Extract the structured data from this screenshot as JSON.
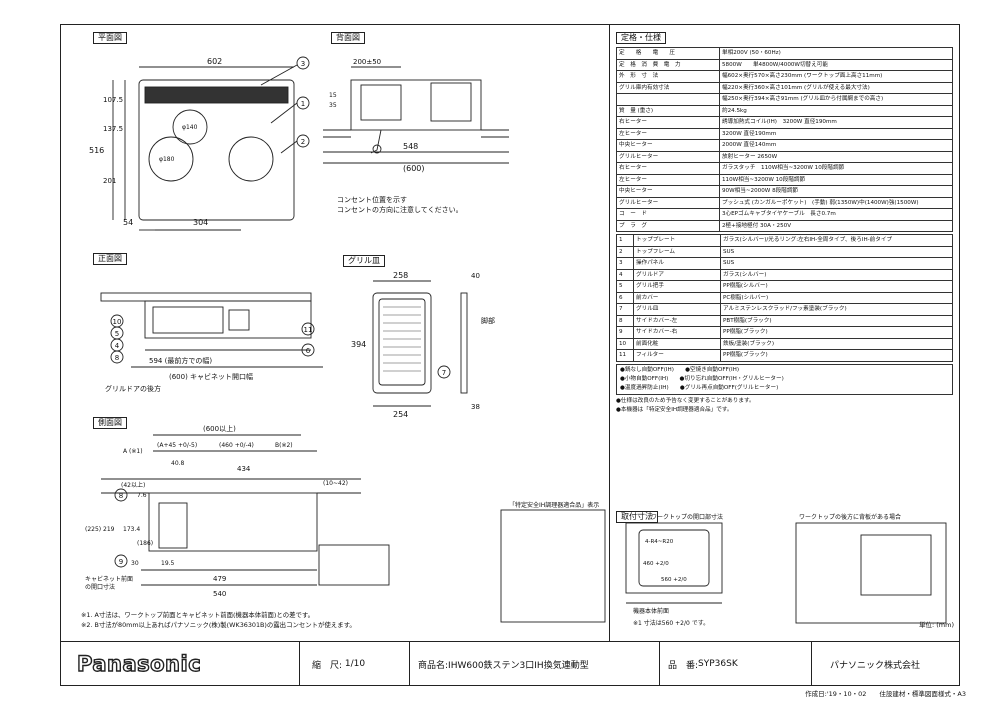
{
  "sections": {
    "plan": "平面図",
    "back": "背面図",
    "front": "正面図",
    "grill_plate": "グリル皿",
    "side": "側面図",
    "spec": "定格・仕様",
    "install": "取付寸法"
  },
  "dims": {
    "plan_width": "602",
    "plan_depth": "516",
    "d107": "107.5",
    "d137": "137.5",
    "d201": "201",
    "d54": "54",
    "d304": "304",
    "phi140": "φ140",
    "phi180": "φ180",
    "back_200": "200±50",
    "back_15": "15",
    "back_35": "35",
    "back_548": "548",
    "back_600": "(600)",
    "front_594": "594 (最前方での幅)",
    "front_600": "(600) キャビネット開口幅",
    "grill_258": "258",
    "grill_40": "40",
    "grill_394": "394",
    "grill_254": "254",
    "grill_38": "38",
    "side_600": "(600以上)",
    "side_a45": "(A+45 +0/-5)",
    "side_460": "(460 +0/-4)",
    "side_b": "B(※2)",
    "side_a": "A (※1)",
    "side_408": "40.8",
    "side_434": "434",
    "side_42": "(42以上)",
    "side_76": "7.6",
    "side_225": "(225)",
    "side_219": "219",
    "side_173": "173.4",
    "side_186": "(186)",
    "side_10": "(10~42)",
    "side_30": "30",
    "side_195": "19.5",
    "side_479": "479",
    "side_540": "540",
    "wall_note_1": "コンセント位置を示す",
    "wall_note_2": "コンセントの方向に注意してください。",
    "grill_door_note": "グリルドアの後方",
    "cab_front": "キャビネット前面",
    "cab_open": "の開口寸法",
    "handle_note": "脚部"
  },
  "spec_rows": [
    [
      "定　　格　　電　　圧",
      "単相200V (50・60Hz)"
    ],
    [
      "定　格　消　費　電　力",
      "5800W　　単4800W/4000W切替え可能"
    ],
    [
      "外　形　寸　法",
      "幅602×奥行570×高さ230mm (ワークトップ面上高さ11mm)"
    ],
    [
      "グリル庫内有効寸法",
      "幅220×奥行360×高さ101mm (グリルが使える最大寸法)"
    ],
    [
      "",
      "幅250×奥行394×高さ91mm (グリル皿から付属網までの高さ)"
    ],
    [
      "質　量 (重さ)",
      "約24.5kg"
    ],
    [
      "右ヒーター",
      "誘導加熱式コイル(IH)　3200W 直径190mm"
    ],
    [
      "左ヒーター",
      "3200W 直径190mm"
    ],
    [
      "中央ヒーター",
      "2000W 直径140mm"
    ],
    [
      "グリルヒーター",
      "放射ヒーター 2650W"
    ],
    [
      "右ヒーター",
      "ガラスタッチ　110W相当~3200W 10段階調節"
    ],
    [
      "左ヒーター",
      "110W相当~3200W 10段階調節"
    ],
    [
      "中央ヒーター",
      "90W相当~2000W 8段階調節"
    ],
    [
      "グリルヒーター",
      "プッシュ式 (カンガルーポケット)　(手動) 弱(1350W)中(1400W)強(1500W)"
    ],
    [
      "コ　ー　ド",
      "3心EPゴムキャブタイヤケーブル　長さ0.7m"
    ],
    [
      "プ　ラ　グ",
      "2極+接地極付 30A・250V"
    ]
  ],
  "material_rows": [
    [
      "1",
      "トッププレート",
      "ガラス(シルバー)/光るリング:左右IH-全周タイプ、後ろIH-前タイプ"
    ],
    [
      "2",
      "トップフレーム",
      "SUS"
    ],
    [
      "3",
      "操作パネル",
      "SUS"
    ],
    [
      "4",
      "グリルドア",
      "ガラス(シルバー)"
    ],
    [
      "5",
      "グリル把手",
      "PP樹脂(シルバー)"
    ],
    [
      "6",
      "前カバー",
      "PC樹脂(シルバー)"
    ],
    [
      "7",
      "グリル皿",
      "アルミステンレスクラッド/フッ素塗装(ブラック)"
    ],
    [
      "8",
      "サイドカバー-左",
      "PBT樹脂(ブラック)"
    ],
    [
      "9",
      "サイドカバー-右",
      "PP樹脂(ブラック)"
    ],
    [
      "10",
      "前面化粧",
      "鉄板/塗装(ブラック)"
    ],
    [
      "11",
      "フィルター",
      "PP樹脂(ブラック)"
    ]
  ],
  "safety_lines": [
    "●鍋なし自動OFF(IH)　　●空焼き自動OFF(IH)",
    "●小物自動OFF(IH)　　●切り忘れ自動OFF(IH・グリルヒーター)",
    "●温度過昇防止(IH)　　●グリル再点自動OFF(グリルヒーター)"
  ],
  "notes": {
    "n1": "※1. A寸法は、ワークトップ前面とキャビネット前面(機器本体前面)との差です。",
    "n2": "※2. B寸法が80mm以上あればパナソニック(株)製(WK36301B)の露出コンセントが使えます。",
    "spec_note1": "●仕様は改良のため予告なく変更することがあります。",
    "spec_note2": "●本機器は「特定安全IH調理器適合品」です。",
    "unit": "単位: (mm)",
    "safe_label": "「特定安全IH調理器適合品」表示",
    "worktop": "ワークトップの開口部寸法",
    "worktop_back": "ワークトップの後方に背板がある場合",
    "r460": "460 +2/0",
    "r560": "560 +2/0",
    "r4": "4-R4~R20",
    "worktop_front": "機器本体前面",
    "note_560": "※1 寸法は560 +2/0 です。"
  },
  "title": {
    "logo": "Panasonic",
    "scale_label": "縮　尺:",
    "scale": "1/10",
    "product_label": "商品名:",
    "product": "IHW600鉄ステン3口IH換気連動型",
    "code_label": "品　番:",
    "code": "SYP36SK",
    "company": "パナソニック株式会社"
  },
  "footer": "作成日:'19・10・02　　住設建材・標準図面様式・A3"
}
